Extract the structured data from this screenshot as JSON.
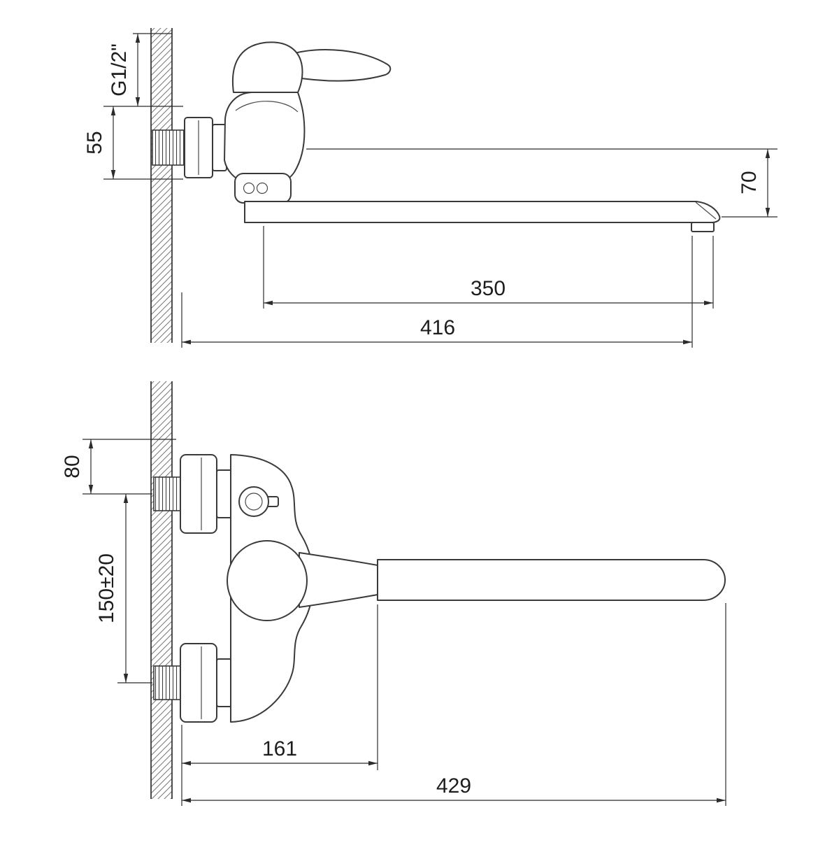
{
  "side_view": {
    "dim_thread_size": "G1/2\"",
    "dim_eccentric_height": "55",
    "dim_spout_drop": "70",
    "dim_spout_length": "350",
    "dim_total_reach": "416"
  },
  "front_view": {
    "dim_top_offset": "80",
    "dim_mounting_centers": "150±20",
    "dim_handle_reach": "161",
    "dim_total_width": "429"
  }
}
